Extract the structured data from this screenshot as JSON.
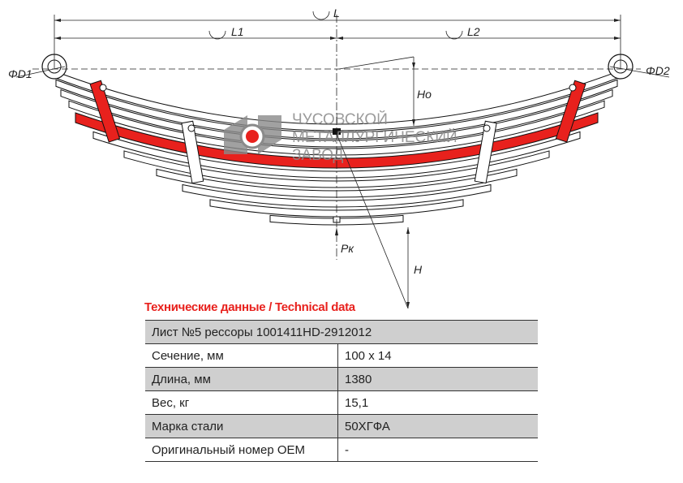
{
  "drawing": {
    "labels": {
      "L": "L",
      "L1": "L1",
      "L2": "L2",
      "D1": "ΦD1",
      "D2": "ΦD2",
      "Ho": "Ho",
      "Pk": "Pк",
      "H": "H"
    },
    "logo": {
      "line1": "ЧУСОВСКОЙ",
      "line2": "МЕТАЛЛУРГИЧЕСКИЙ",
      "line3": "ЗАВОД"
    },
    "colors": {
      "highlight_leaf": "#e8211d",
      "outline": "#111111"
    }
  },
  "table": {
    "title": "Технические данные / Technical data",
    "header": "Лист №5 рессоры 1001411HD-2912012",
    "rows": [
      {
        "label": "Сечение, мм",
        "value": "100 x 14"
      },
      {
        "label": "Длина, мм",
        "value": "1380"
      },
      {
        "label": "Вес, кг",
        "value": "15,1"
      },
      {
        "label": "Марка стали",
        "value": "50ХГФА"
      },
      {
        "label": "Оригинальный номер OEM",
        "value": "-"
      }
    ]
  }
}
